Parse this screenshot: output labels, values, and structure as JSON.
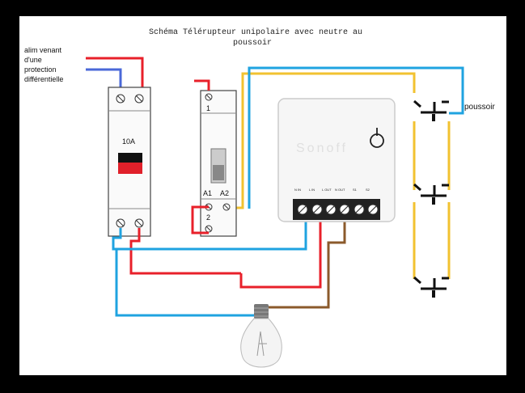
{
  "title_line1": "Schéma Télérupteur unipolaire avec neutre au",
  "title_line2": "poussoir",
  "supply_label": [
    "alim venant",
    "d'une",
    "protection",
    "différentielle"
  ],
  "breaker_rating": "10A",
  "relay": {
    "terminal_1": "1",
    "terminal_2": "2",
    "terminal_a1": "A1",
    "terminal_a2": "A2"
  },
  "module": {
    "brand": "Sonoff",
    "terminal_labels": [
      "N IN",
      "L IN",
      "L OUT",
      "N OUT",
      "S1",
      "S2"
    ]
  },
  "pushbutton_label": "poussoir",
  "colors": {
    "phase": "#e8202a",
    "neutral": "#1fa3e0",
    "return": "#8b5a2b",
    "pushbutton_wire": "#f2c230",
    "background": "#ffffff",
    "frame": "#000000"
  }
}
